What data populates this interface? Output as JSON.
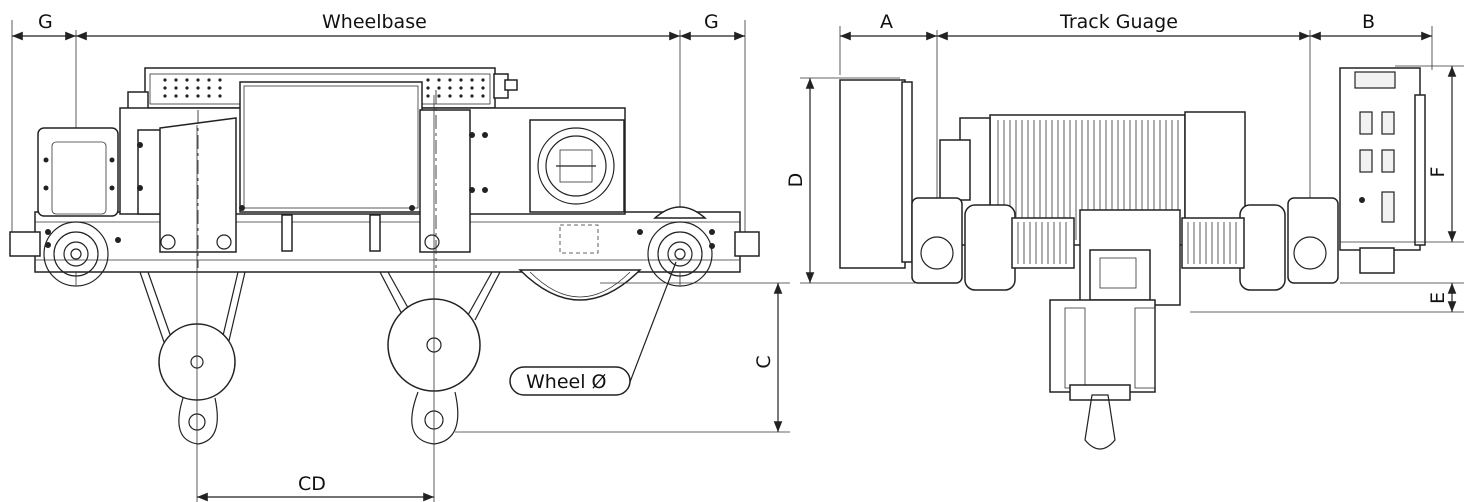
{
  "dimensions": {
    "g_left": "G",
    "wheelbase": "Wheelbase",
    "g_right": "G",
    "a": "A",
    "track_gauge": "Track Guage",
    "b": "B",
    "c": "C",
    "cd": "CD",
    "d": "D",
    "e": "E",
    "f": "F",
    "wheel_diameter": "Wheel Ø"
  }
}
